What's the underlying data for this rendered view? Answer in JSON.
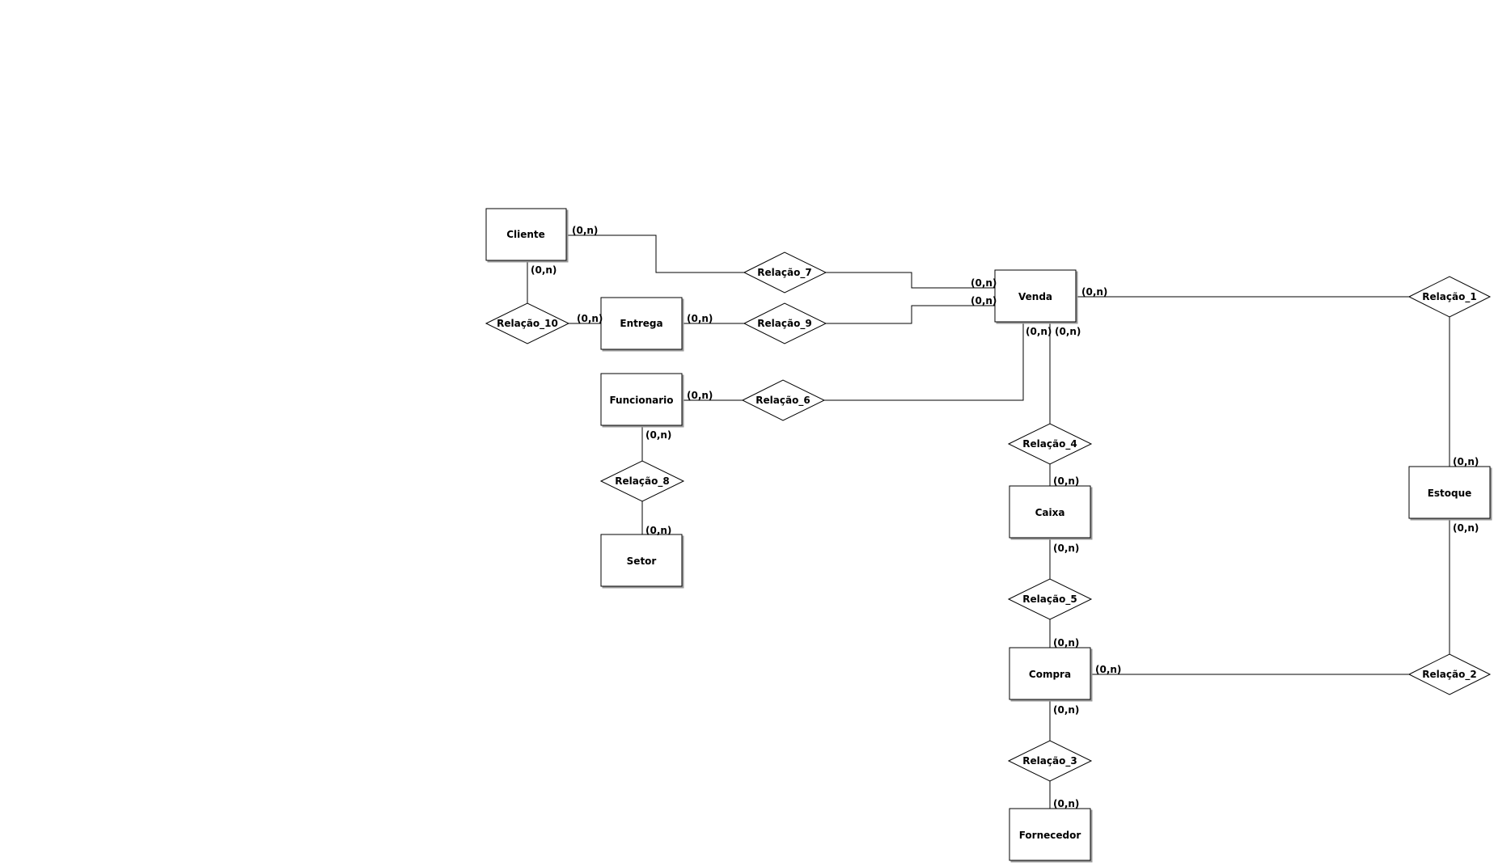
{
  "entities": [
    {
      "id": "cliente",
      "name": "Cliente"
    },
    {
      "id": "entrega",
      "name": "Entrega"
    },
    {
      "id": "funcionario",
      "name": "Funcionario"
    },
    {
      "id": "setor",
      "name": "Setor"
    },
    {
      "id": "venda",
      "name": "Venda"
    },
    {
      "id": "caixa",
      "name": "Caixa"
    },
    {
      "id": "compra",
      "name": "Compra"
    },
    {
      "id": "fornecedor",
      "name": "Fornecedor"
    },
    {
      "id": "estoque",
      "name": "Estoque"
    }
  ],
  "relationships": [
    {
      "id": "r1",
      "name": "Relação_1"
    },
    {
      "id": "r2",
      "name": "Relação_2"
    },
    {
      "id": "r3",
      "name": "Relação_3"
    },
    {
      "id": "r4",
      "name": "Relação_4"
    },
    {
      "id": "r5",
      "name": "Relação_5"
    },
    {
      "id": "r6",
      "name": "Relação_6"
    },
    {
      "id": "r7",
      "name": "Relação_7"
    },
    {
      "id": "r8",
      "name": "Relação_8"
    },
    {
      "id": "r9",
      "name": "Relação_9"
    },
    {
      "id": "r10",
      "name": "Relação_10"
    }
  ],
  "cardinality": "(0,n)"
}
